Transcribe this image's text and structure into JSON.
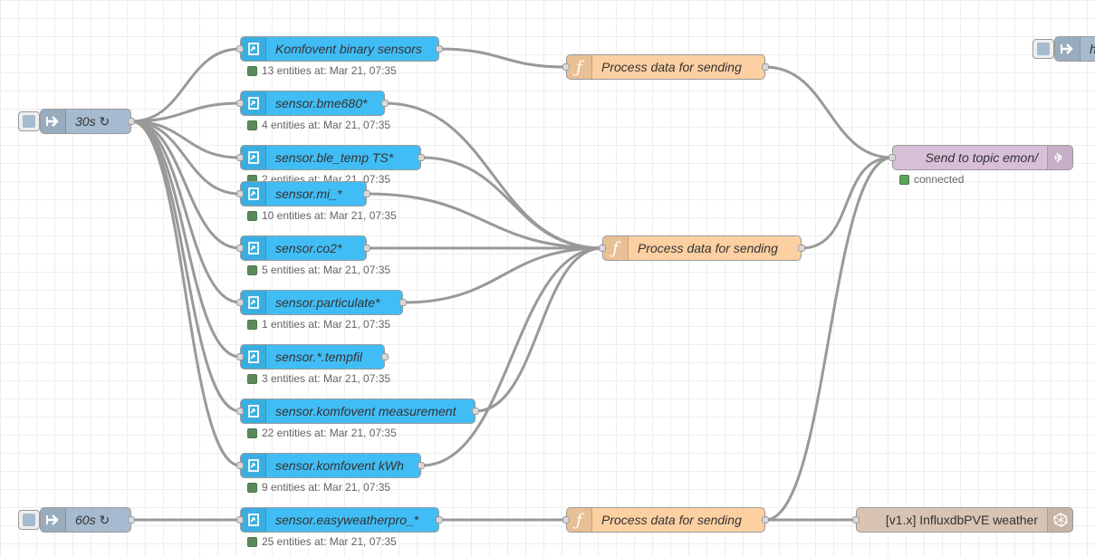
{
  "colors": {
    "home_assistant_node": "#41bdf5",
    "function_node": "#fdd0a2",
    "inject_node": "#a6bbcf",
    "mqtt_node": "#d8bfd8",
    "influx_node": "#d9c4b3",
    "wire": "#999999",
    "status_dot": "#5a8a5a"
  },
  "inject_nodes": [
    {
      "id": "inj30",
      "label": "30s ↻",
      "icon": "arrow-right-icon"
    },
    {
      "id": "inj60",
      "label": "60s ↻",
      "icon": "arrow-right-icon"
    }
  ],
  "ha_nodes": [
    {
      "id": "ha1",
      "label": "Komfovent binary sensors",
      "status": "13 entities at: Mar 21, 07:35",
      "icon": "ha-entity-icon"
    },
    {
      "id": "ha2",
      "label": "sensor.bme680*",
      "status": "4 entities at: Mar 21, 07:35",
      "icon": "ha-entity-icon"
    },
    {
      "id": "ha3",
      "label": "sensor.ble_temp TS*",
      "status": "2 entities at: Mar 21, 07:35",
      "icon": "ha-entity-icon"
    },
    {
      "id": "ha4",
      "label": "sensor.mi_*",
      "status": "10 entities at: Mar 21, 07:35",
      "icon": "ha-entity-icon"
    },
    {
      "id": "ha5",
      "label": "sensor.co2*",
      "status": "5 entities at: Mar 21, 07:35",
      "icon": "ha-entity-icon"
    },
    {
      "id": "ha6",
      "label": "sensor.particulate*",
      "status": "1 entities at: Mar 21, 07:35",
      "icon": "ha-entity-icon"
    },
    {
      "id": "ha7",
      "label": "sensor.*.tempfil",
      "status": "3 entities at: Mar 21, 07:35",
      "icon": "ha-entity-icon"
    },
    {
      "id": "ha8",
      "label": "sensor.komfovent measurement",
      "status": "22 entities at: Mar 21, 07:35",
      "icon": "ha-entity-icon"
    },
    {
      "id": "ha9",
      "label": "sensor.komfovent kWh",
      "status": "9 entities at: Mar 21, 07:35",
      "icon": "ha-entity-icon"
    },
    {
      "id": "ha10",
      "label": "sensor.easyweatherpro_*",
      "status": "25 entities at: Mar 21, 07:35",
      "icon": "ha-entity-icon"
    }
  ],
  "function_nodes": [
    {
      "id": "fn1",
      "label": "Process data for sending",
      "icon": "function-icon"
    },
    {
      "id": "fn2",
      "label": "Process data for sending",
      "icon": "function-icon"
    },
    {
      "id": "fn3",
      "label": "Process data for sending",
      "icon": "function-icon"
    }
  ],
  "mqtt_node": {
    "label": "Send to topic emon/",
    "status": "connected",
    "icon": "mqtt-wifi-icon"
  },
  "influx_node": {
    "label": "[v1.x] InfluxdbPVE weather",
    "icon": "influx-icon"
  },
  "offscreen_node": {
    "label": "h"
  }
}
